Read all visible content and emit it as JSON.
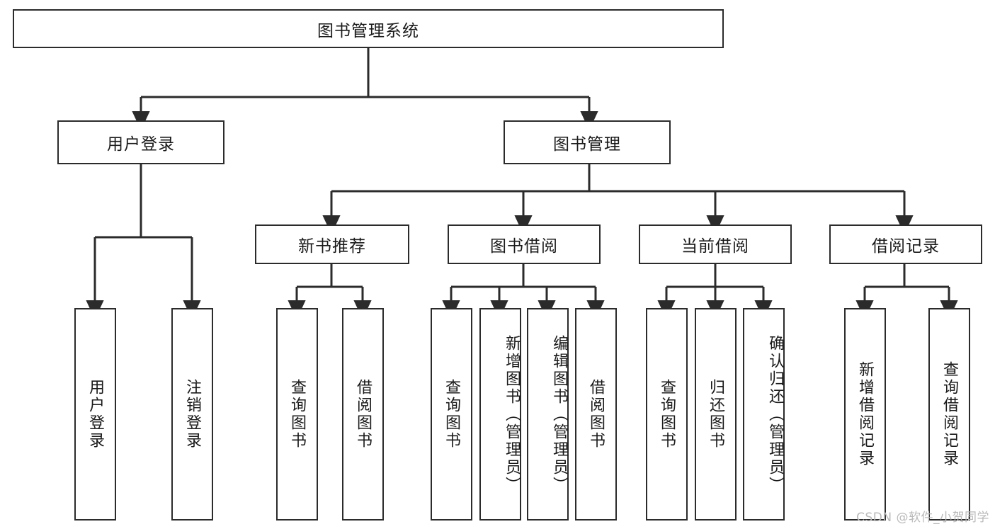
{
  "diagram": {
    "title": "图书管理系统",
    "type": "hierarchy-tree",
    "watermark": "CSDN @软件_小贺同学",
    "colors": {
      "box_border": "#2b2b2b",
      "box_fill": "#ffffff",
      "line": "#2b2b2b",
      "text": "#1a1a1a",
      "watermark": "#b9b9b9"
    },
    "root": {
      "label": "图书管理系统"
    },
    "level2": [
      {
        "label": "用户登录"
      },
      {
        "label": "图书管理"
      }
    ],
    "level3": [
      {
        "label": "新书推荐"
      },
      {
        "label": "图书借阅"
      },
      {
        "label": "当前借阅"
      },
      {
        "label": "借阅记录"
      }
    ],
    "leaves": {
      "user_login": [
        {
          "label": "用户登录"
        },
        {
          "label": "注销登录"
        }
      ],
      "new_book_recommend": [
        {
          "label": "查询图书"
        },
        {
          "label": "借阅图书"
        }
      ],
      "book_borrow": [
        {
          "label": "查询图书"
        },
        {
          "label": "新增图书（管理员）"
        },
        {
          "label": "编辑图书（管理员）"
        },
        {
          "label": "借阅图书"
        }
      ],
      "current_borrow": [
        {
          "label": "查询图书"
        },
        {
          "label": "归还图书"
        },
        {
          "label": "确认归还（管理员）"
        }
      ],
      "borrow_records": [
        {
          "label": "新增借阅记录"
        },
        {
          "label": "查询借阅记录"
        }
      ]
    }
  }
}
